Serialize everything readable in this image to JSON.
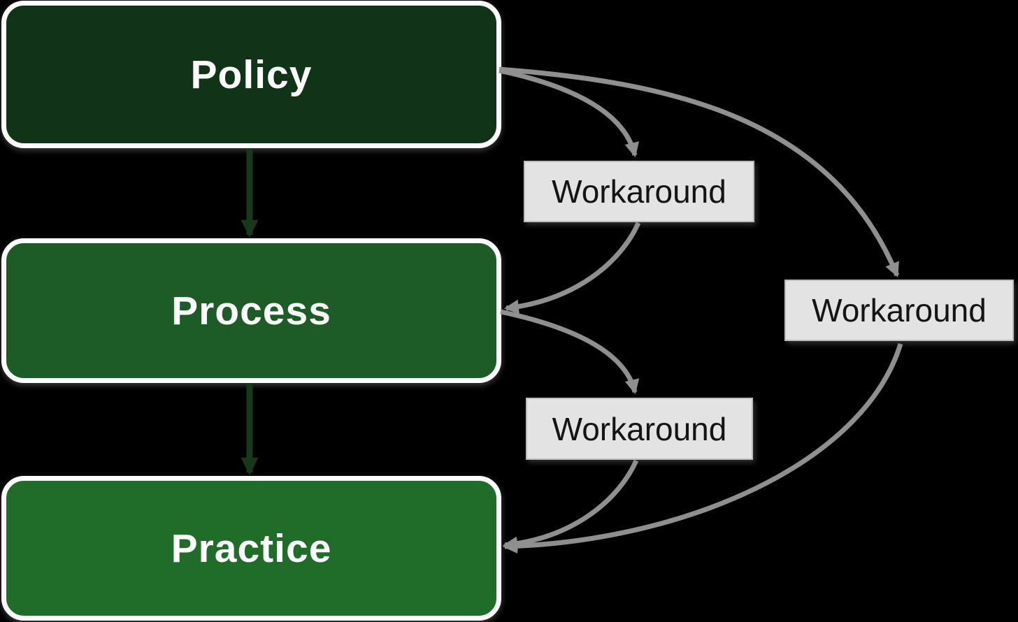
{
  "diagram": {
    "background_color": "#000000",
    "nodes": [
      {
        "id": "policy",
        "label": "Policy",
        "fill": "#113418"
      },
      {
        "id": "process",
        "label": "Process",
        "fill": "#1d5c26"
      },
      {
        "id": "practice",
        "label": "Practice",
        "fill": "#206d2a"
      }
    ],
    "workarounds": [
      {
        "id": "workaround-top",
        "label": "Workaround"
      },
      {
        "id": "workaround-middle",
        "label": "Workaround"
      },
      {
        "id": "workaround-right",
        "label": "Workaround"
      }
    ],
    "edges": [
      {
        "from": "Policy",
        "to": "Process",
        "style": "green-straight-arrow"
      },
      {
        "from": "Process",
        "to": "Practice",
        "style": "green-straight-arrow"
      },
      {
        "from": "Policy",
        "to": "Workaround (top)",
        "style": "gray-curved-arrow"
      },
      {
        "from": "Workaround (top)",
        "to": "Process",
        "style": "gray-curved-arrow"
      },
      {
        "from": "Process",
        "to": "Workaround (middle)",
        "style": "gray-curved-arrow"
      },
      {
        "from": "Workaround (middle)",
        "to": "Practice",
        "style": "gray-curved-arrow"
      },
      {
        "from": "Policy",
        "to": "Workaround (right)",
        "style": "gray-curved-arrow"
      },
      {
        "from": "Workaround (right)",
        "to": "Practice",
        "style": "gray-curved-arrow"
      }
    ],
    "colors": {
      "node_text": "#ffffff",
      "node_border": "#ffffff",
      "workaround_fill": "#e3e3e3",
      "workaround_border": "#bdbdbd",
      "workaround_text": "#141414",
      "gray_arrow": "#8f8f8f",
      "green_arrow": "#16391c"
    }
  }
}
